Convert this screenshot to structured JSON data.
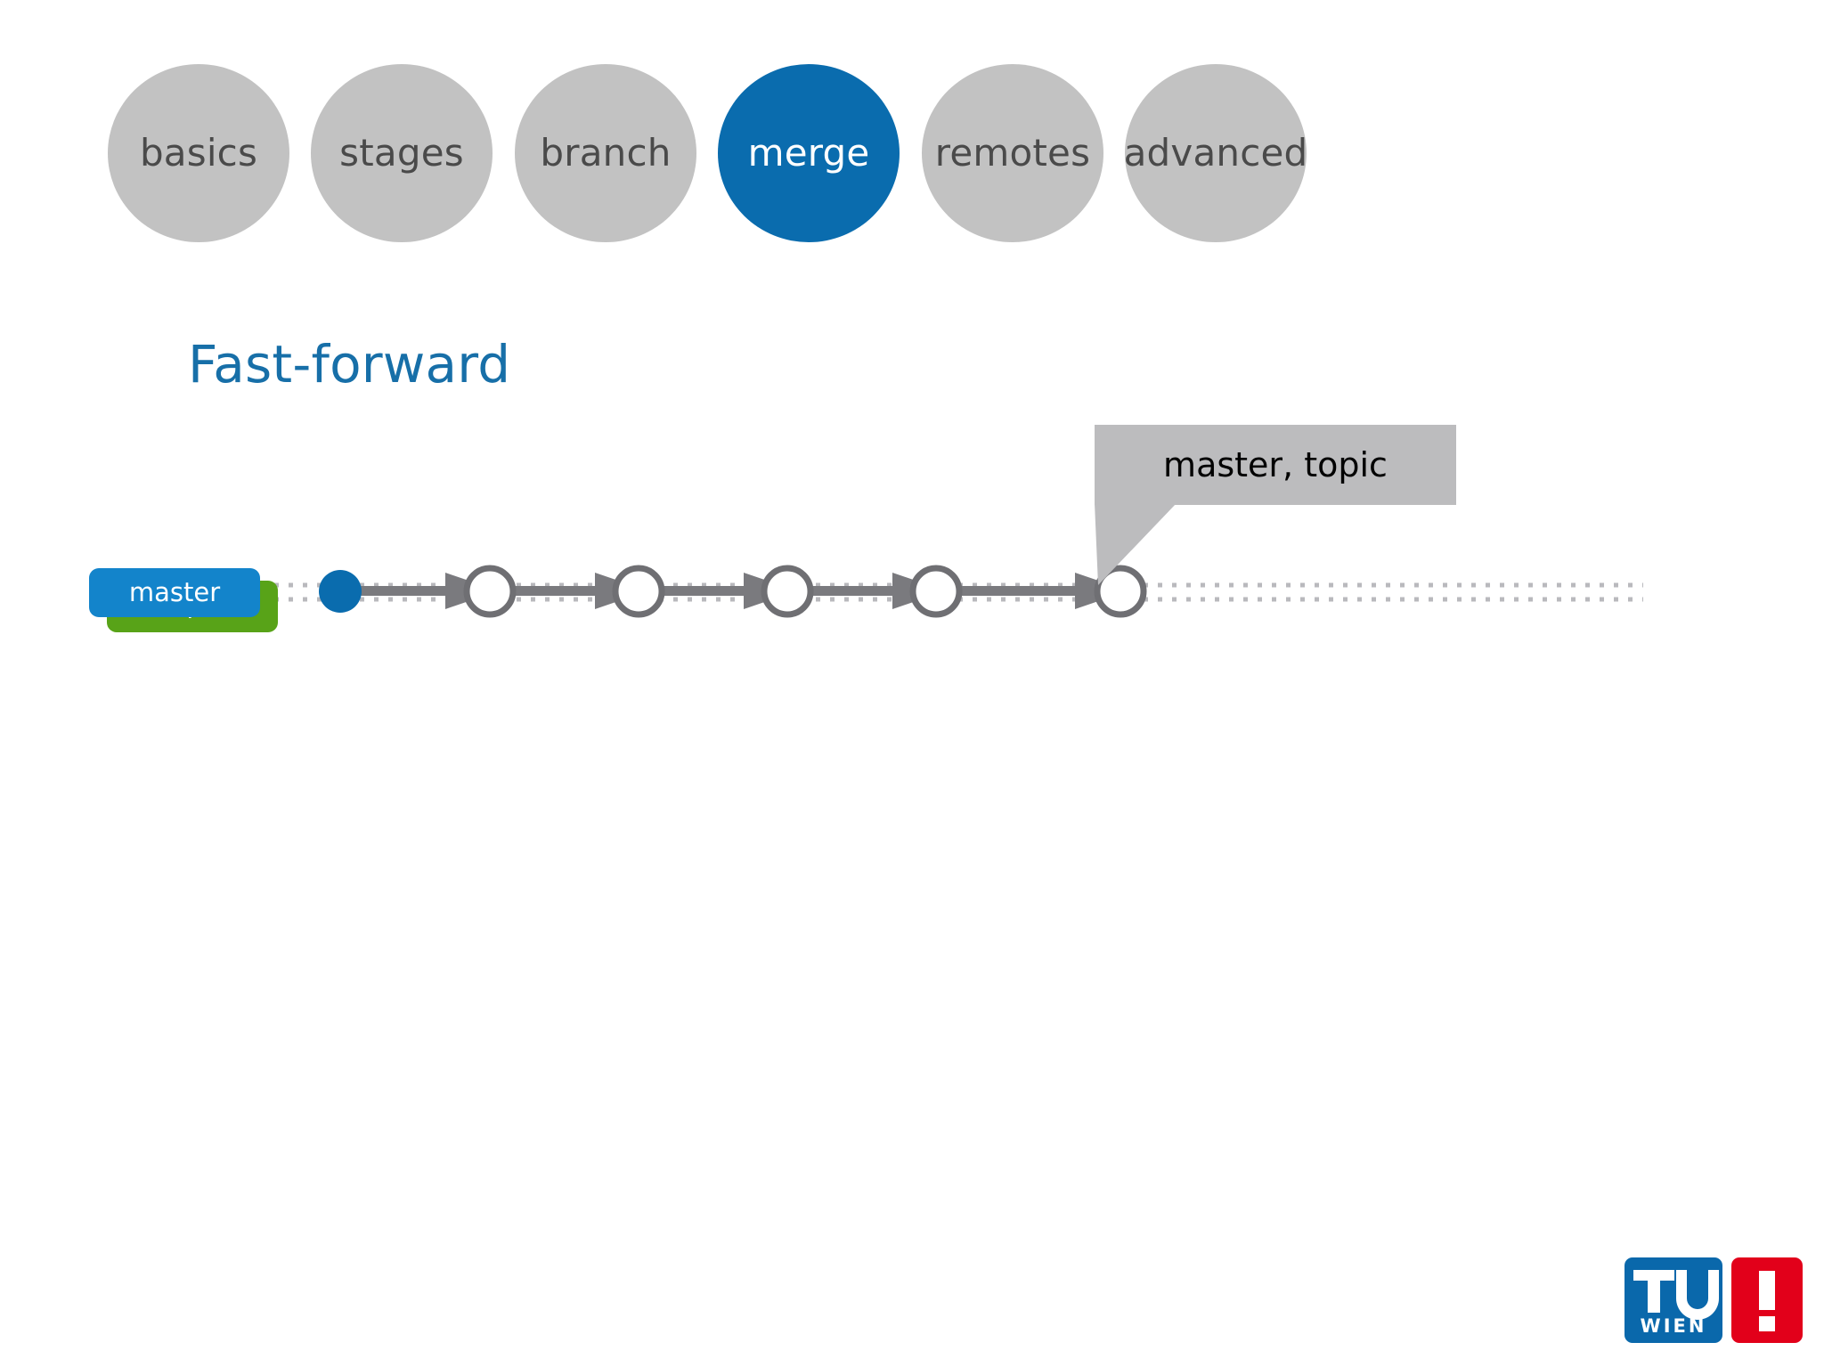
{
  "slide": {
    "title": "Fast-forward",
    "background": "#ffffff"
  },
  "topnav": {
    "items": [
      {
        "label": "basics",
        "active": false
      },
      {
        "label": "stages",
        "active": false
      },
      {
        "label": "branch",
        "active": false
      },
      {
        "label": "merge",
        "active": true
      },
      {
        "label": "remotes",
        "active": false
      },
      {
        "label": "advanced",
        "active": false
      }
    ],
    "inactive_color": "#c2c2c2",
    "active_color": "#0a6cae",
    "inactive_text_color": "#4a4a4a",
    "active_text_color": "#ffffff"
  },
  "diagram": {
    "refs": [
      {
        "name": "master",
        "color": "#1384cb"
      },
      {
        "name": "topic",
        "color": "#58a318"
      }
    ],
    "callout": {
      "text": "master, topic",
      "background": "#bcbcbe",
      "text_color": "#000000"
    },
    "commits": [
      {
        "index": 1,
        "state": "filled",
        "color": "#0a6cae"
      },
      {
        "index": 2,
        "state": "hollow",
        "color": "#ffffff"
      },
      {
        "index": 3,
        "state": "hollow",
        "color": "#ffffff"
      },
      {
        "index": 4,
        "state": "hollow",
        "color": "#ffffff"
      },
      {
        "index": 5,
        "state": "hollow",
        "color": "#ffffff"
      },
      {
        "index": 6,
        "state": "hollow",
        "color": "#ffffff"
      }
    ],
    "arrow_color": "#7a7a7e",
    "lane_line_color": "#b9b9bd",
    "lane_line_style": "dotted"
  },
  "logo": {
    "university": "TU",
    "city": "WIEN",
    "mark": "!",
    "tu_color": "#0a68ab",
    "mark_color": "#e2001a"
  }
}
